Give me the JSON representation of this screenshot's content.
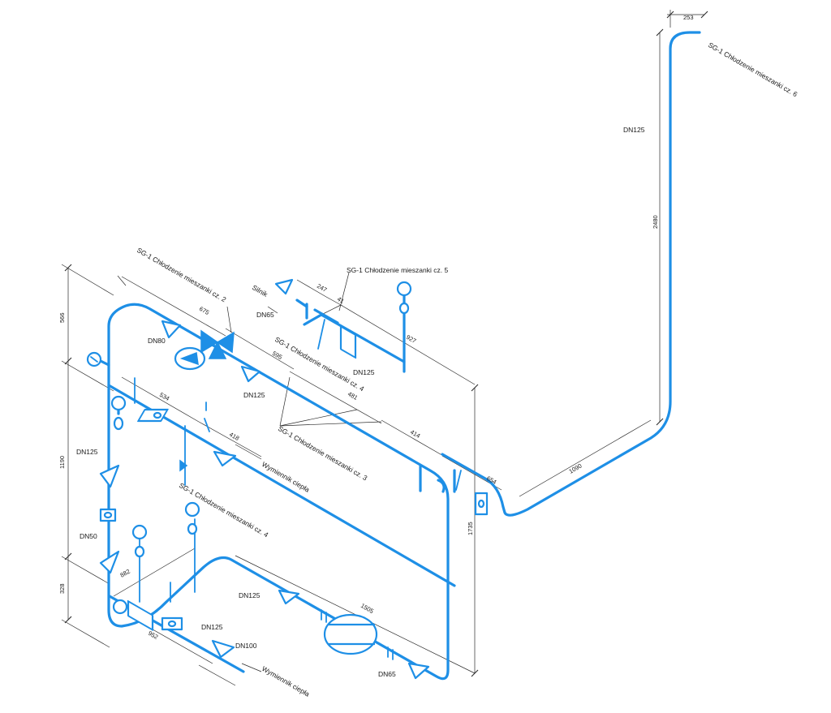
{
  "colors": {
    "pipe": "#1e8fe6",
    "dimension": "#2b2b2b",
    "background": "#ffffff"
  },
  "labels": {
    "sg1_cz2": "SG-1 Chłodzenie mieszanki cz. 2",
    "sg1_cz3": "SG-1 Chłodzenie mieszanki cz. 3",
    "sg1_cz4_upper": "SG-1 Chłodzenie mieszanki cz. 4",
    "sg1_cz4_lower": "SG-1 Chłodzenie mieszanki cz. 4",
    "sg1_cz5": "SG-1 Chłodzenie mieszanki cz. 5",
    "sg1_cz6": "SG-1 Chłodzenie mieszanki cz. 6",
    "silnik": "Silnik",
    "wymiennik_1": "Wymiennik ciepła",
    "wymiennik_2": "Wymiennik ciepła"
  },
  "pipe_sizes": {
    "dn125_vertical_riser": "DN125",
    "dn125_top": "DN125",
    "dn125_upper_mid": "DN125",
    "dn125_left": "DN125",
    "dn125_bottom": "DN125",
    "dn125_bottom_left": "DN125",
    "dn80": "DN80",
    "dn65_top": "DN65",
    "dn65_bottom": "DN65",
    "dn50": "DN50",
    "dn100": "DN100"
  },
  "dimensions": {
    "d253": "253",
    "d2480": "2480",
    "d1090": "1090",
    "d654": "654",
    "d1735": "1735",
    "d414": "414",
    "d481": "481",
    "d595": "595",
    "d675": "675",
    "d566": "566",
    "d1190": "1190",
    "d328": "328",
    "d534": "534",
    "d418": "418",
    "d247": "247",
    "d41": "41",
    "d927": "927",
    "d882": "882",
    "d952": "952",
    "d1505": "1505"
  }
}
